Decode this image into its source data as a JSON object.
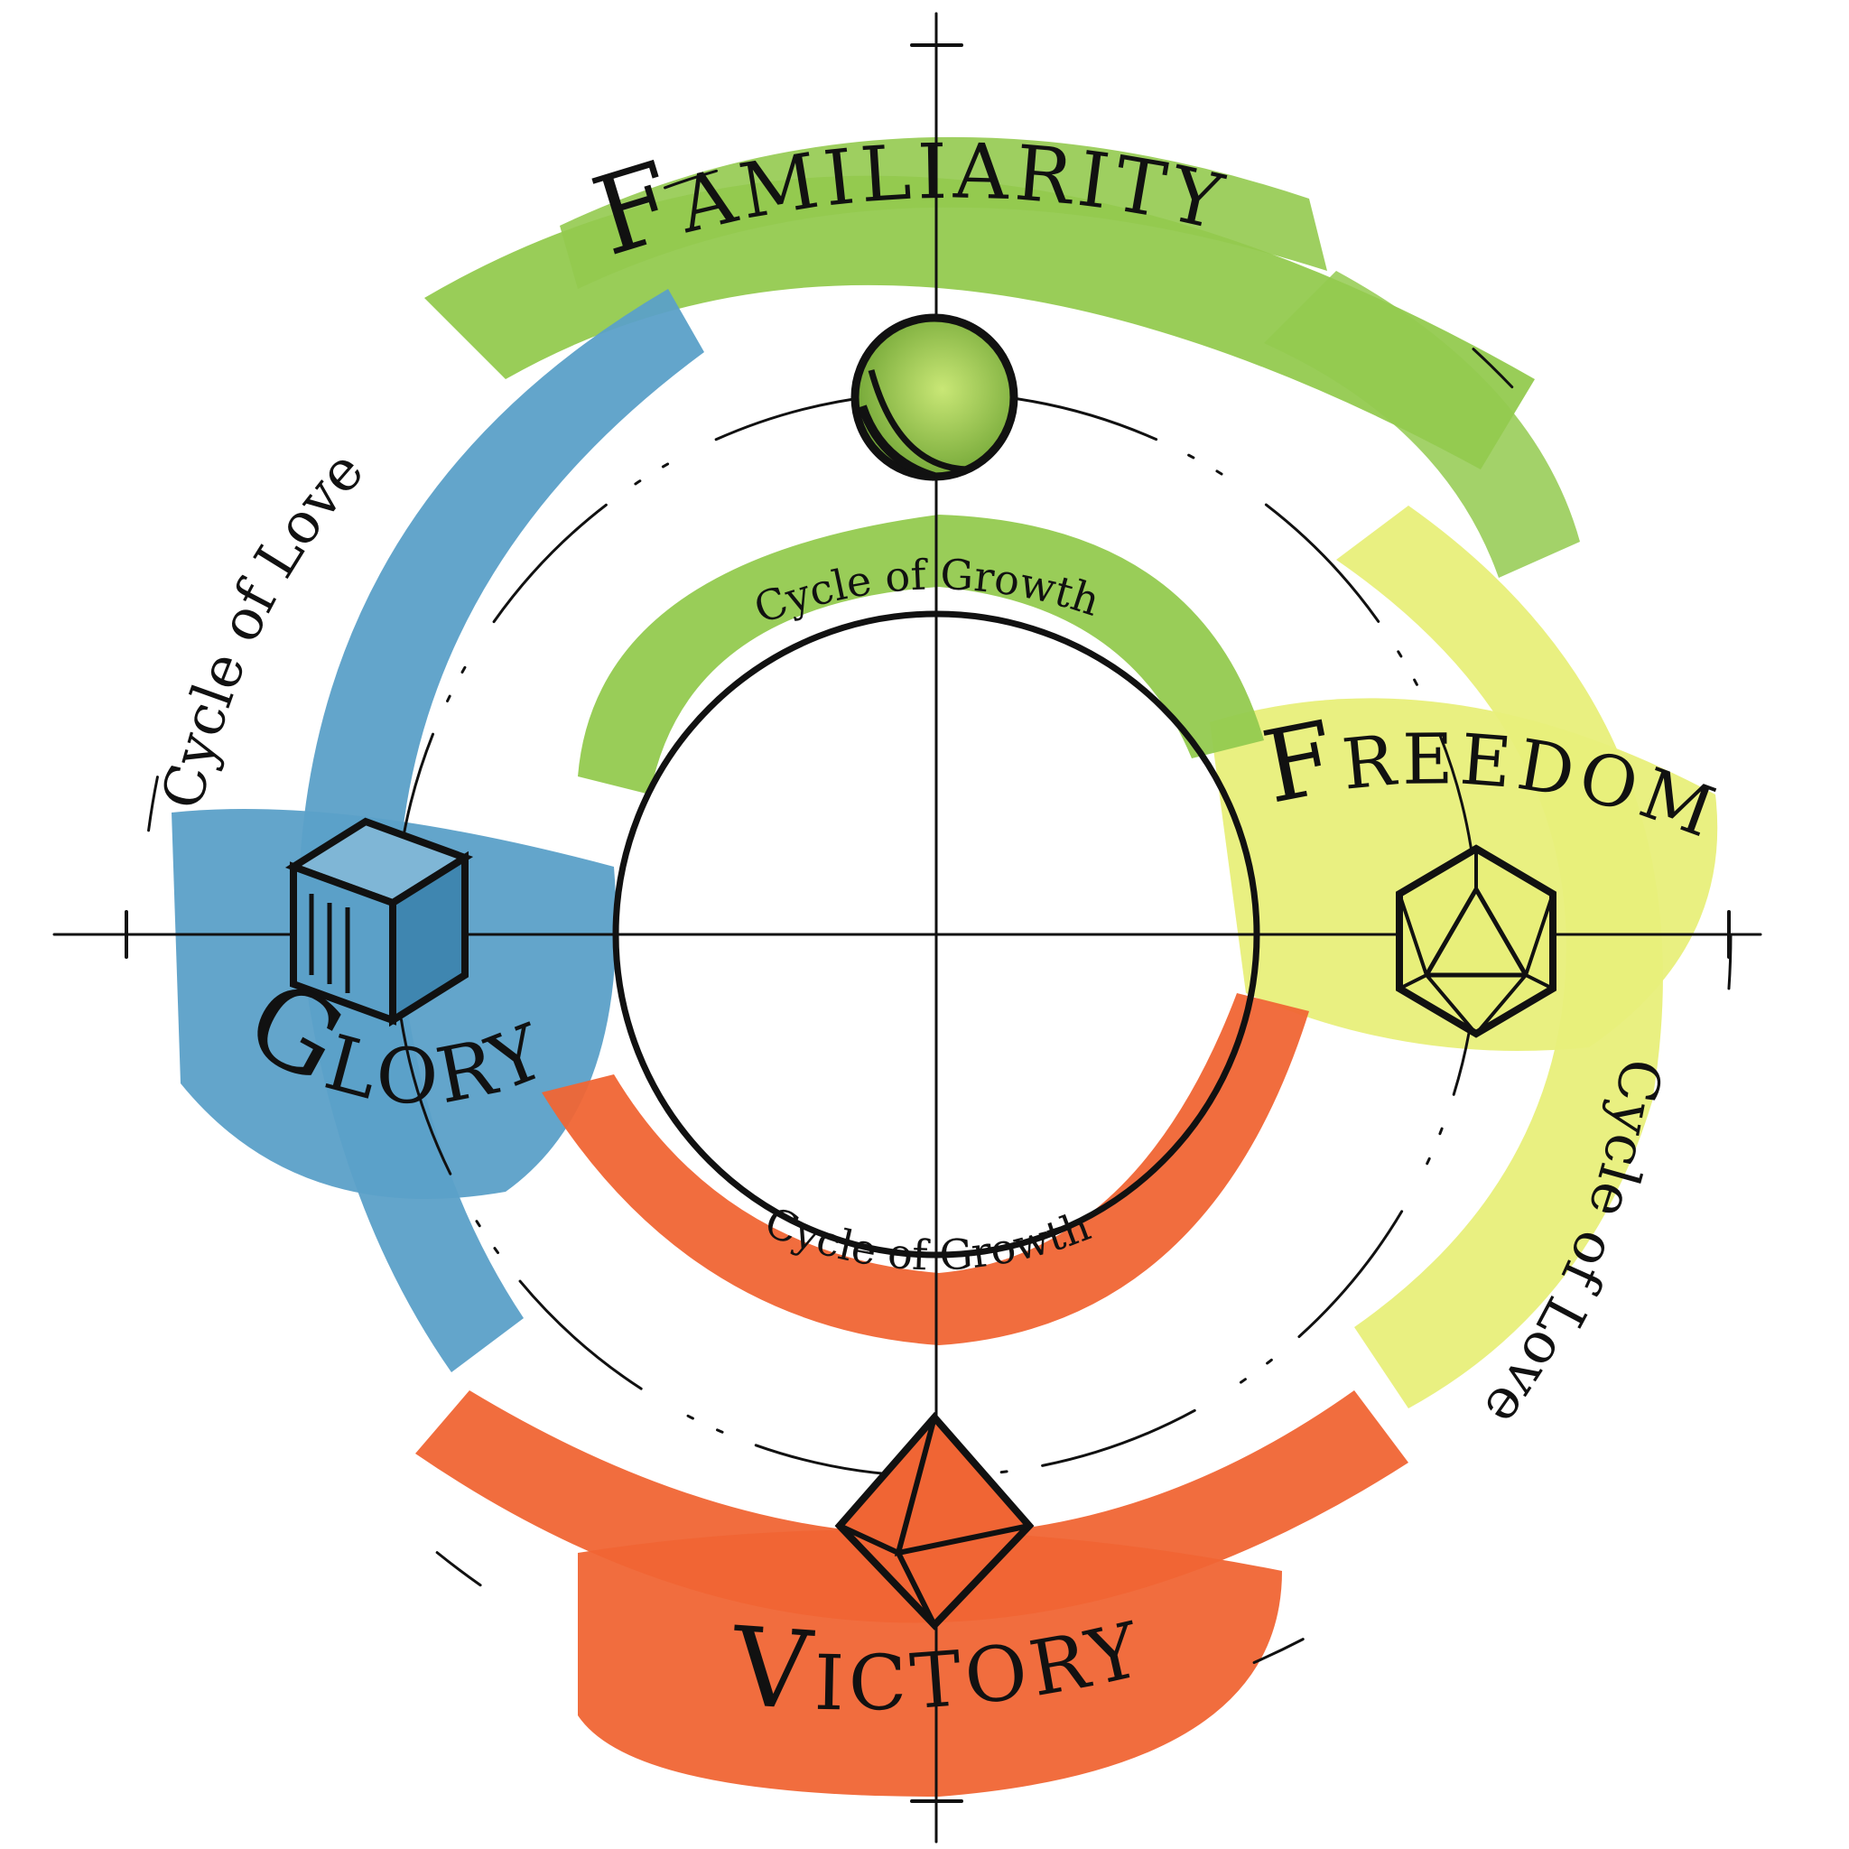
{
  "stages": {
    "familiarity": {
      "label": "Familiarity",
      "color": "#93ca4f",
      "icon": "sphere-icon"
    },
    "freedom": {
      "label": "Freedom",
      "color": "#e8ef7a",
      "icon": "icosahedron-icon"
    },
    "victory": {
      "label": "Victory",
      "color": "#f06534",
      "icon": "octahedron-icon"
    },
    "glory": {
      "label": "Glory",
      "color": "#5ba0c8",
      "icon": "cube-icon"
    }
  },
  "cycles": {
    "growth_top": "Cycle of Growth",
    "growth_bottom": "Cycle of Growth",
    "love_left": "Cycle of Love",
    "love_right": "Cycle of Love"
  }
}
